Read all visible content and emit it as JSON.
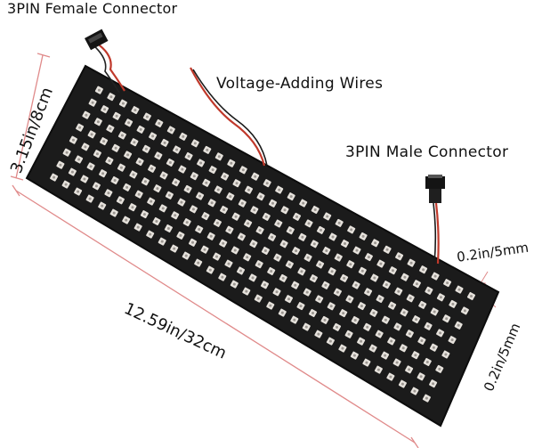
{
  "labels": {
    "female_connector": "3PIN  Female Connector",
    "voltage_wires": "Voltage-Adding Wires",
    "male_connector": "3PIN Male Connector",
    "height_dim": "3.15in/8cm",
    "length_dim": "12.59in/32cm",
    "pitch_h": "0.2in/5mm",
    "pitch_v": "0.2in/5mm"
  },
  "panel": {
    "rows": 8,
    "cols": 32,
    "pcb_color": "#1b1b1b",
    "led_color": "#e6e2dc",
    "wire_red": "#c0392b",
    "dimension_line_color": "#e08a8a"
  }
}
